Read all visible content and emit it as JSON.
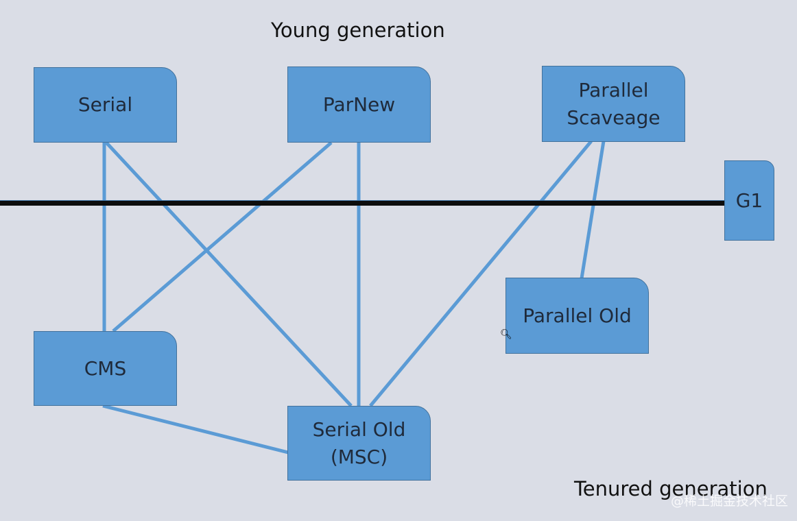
{
  "headings": {
    "young": "Young generation",
    "tenured": "Tenured generation"
  },
  "collectors": {
    "serial": "Serial",
    "parnew": "ParNew",
    "parallel_scavenge": "Parallel\nScaveage",
    "g1": "G1",
    "cms": "CMS",
    "serial_old": "Serial Old\n(MSC)",
    "parallel_old": "Parallel Old"
  },
  "connections": [
    [
      "serial",
      "cms"
    ],
    [
      "serial",
      "serial_old"
    ],
    [
      "parnew",
      "cms"
    ],
    [
      "parnew",
      "serial_old"
    ],
    [
      "parallel_scavenge",
      "serial_old"
    ],
    [
      "parallel_scavenge",
      "parallel_old"
    ],
    [
      "cms",
      "serial_old"
    ]
  ],
  "watermark": "@稀土掘金技术社区",
  "colors": {
    "background": "#dadde6",
    "node_fill": "#5b9bd5",
    "connector": "#5b9bd5",
    "divider": "#0d0d0d"
  }
}
